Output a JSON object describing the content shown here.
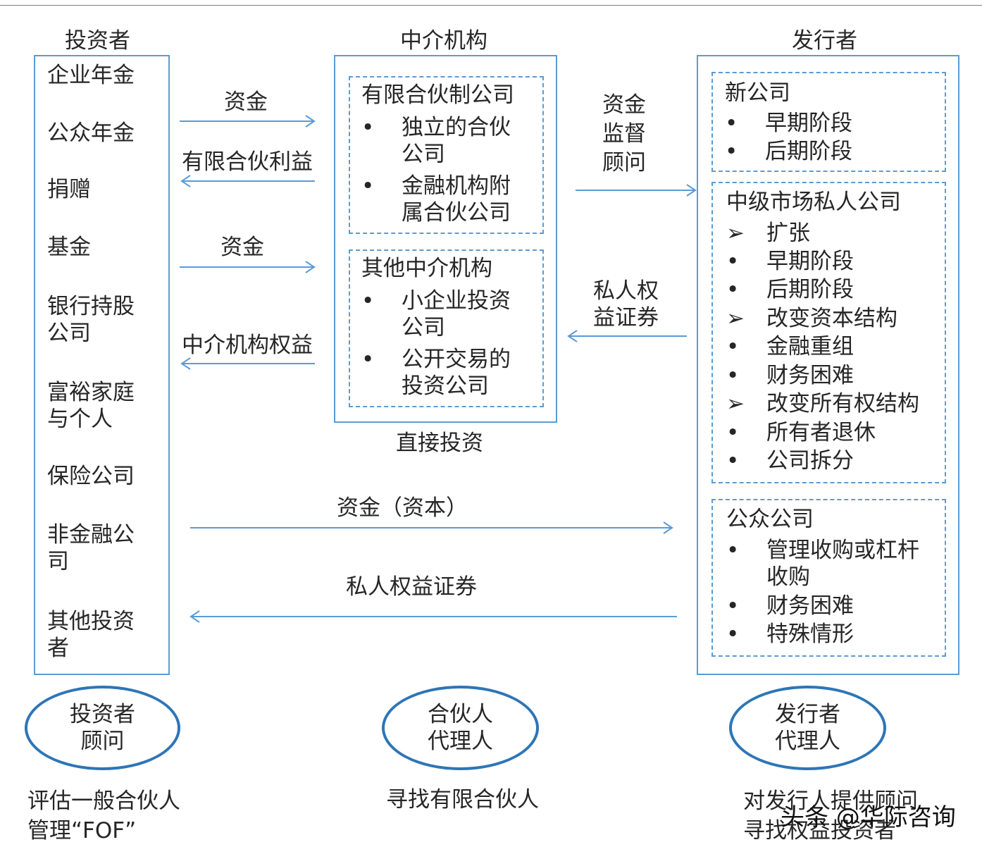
{
  "columns": {
    "investors_title": "投资者",
    "intermediaries_title": "中介机构",
    "issuers_title": "发行者"
  },
  "investors": {
    "items": [
      "企业年金",
      "公众年金",
      "捐赠",
      "基金",
      "银行持股\n公司",
      "富裕家庭\n与个人",
      "保险公司",
      "非金融公\n司",
      "其他投资\n者"
    ]
  },
  "intermediaries": {
    "lp_company": {
      "title": "有限合伙制公司",
      "items": [
        "独立的合伙\n公司",
        "金融机构附\n属合伙公司"
      ]
    },
    "other": {
      "title": "其他中介机构",
      "items": [
        "小企业投资\n公司",
        "公开交易的\n投资公司"
      ]
    },
    "direct_label": "直接投资"
  },
  "issuers": {
    "new_company": {
      "title": "新公司",
      "items": [
        {
          "marker": "•",
          "text": "早期阶段"
        },
        {
          "marker": "•",
          "text": "后期阶段"
        }
      ]
    },
    "middle_market": {
      "title": "中级市场私人公司",
      "items": [
        {
          "marker": "➢",
          "text": "扩张"
        },
        {
          "marker": "•",
          "text": "早期阶段"
        },
        {
          "marker": "•",
          "text": "后期阶段"
        },
        {
          "marker": "➢",
          "text": "改变资本结构"
        },
        {
          "marker": "•",
          "text": "金融重组"
        },
        {
          "marker": "•",
          "text": "财务困难"
        },
        {
          "marker": "➢",
          "text": "改变所有权结构"
        },
        {
          "marker": "•",
          "text": "所有者退休"
        },
        {
          "marker": "•",
          "text": "公司拆分"
        }
      ]
    },
    "public_company": {
      "title": "公众公司",
      "items": [
        {
          "marker": "•",
          "text": "管理收购或杠杆\n收购"
        },
        {
          "marker": "•",
          "text": "财务困难"
        },
        {
          "marker": "•",
          "text": "特殊情形"
        }
      ]
    }
  },
  "flows": {
    "funds_1": "资金",
    "lp_interest": "有限合伙利益",
    "funds_2": "资金",
    "intermediary_equity": "中介机构权益",
    "funds_supervision_advice": "资金\n监督\n顾问",
    "private_equity_securities_1": "私人权\n益证券",
    "funds_capital": "资金（资本）",
    "private_equity_securities_2": "私人权益证券"
  },
  "agents": {
    "investor_advisor": "投资者\n顾问",
    "partner_agent": "合伙人\n代理人",
    "issuer_agent": "发行者\n代理人"
  },
  "agent_roles": {
    "investor_advisor_role": "评估一般合伙人\n管理“FOF”",
    "partner_agent_role": "寻找有限合伙人",
    "issuer_agent_role": "对发行人提供顾问\n寻找权益投资者"
  },
  "watermark": "头条 @华际咨询",
  "colors": {
    "box_border": "#5b9bd5",
    "arrow": "#5b9bd5",
    "ellipse_border": "#2e75b6",
    "text": "#262626"
  }
}
